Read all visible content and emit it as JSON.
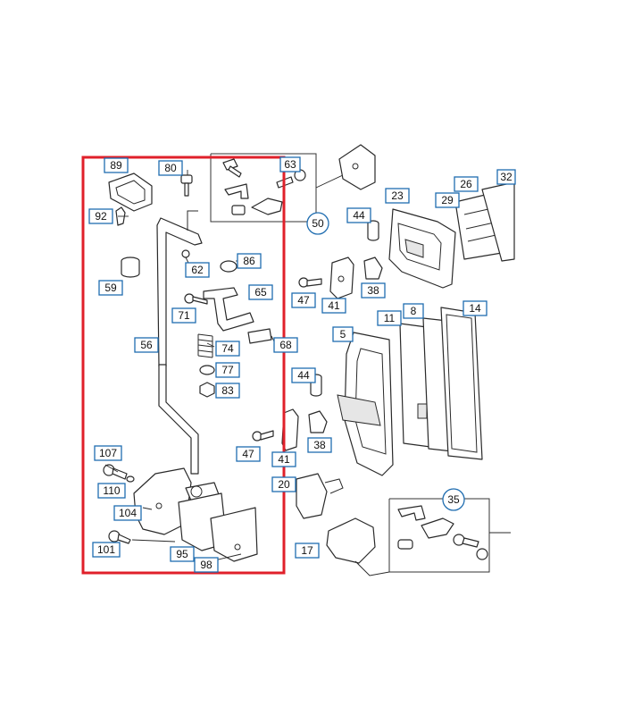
{
  "callouts": {
    "c89": "89",
    "c80": "80",
    "c92": "92",
    "c62": "62",
    "c86": "86",
    "c59": "59",
    "c65": "65",
    "c71": "71",
    "c56": "56",
    "c74": "74",
    "c68": "68",
    "c77": "77",
    "c83": "83",
    "c107": "107",
    "c110": "110",
    "c104": "104",
    "c101": "101",
    "c95": "95",
    "c98": "98",
    "c47a": "47",
    "c63": "63",
    "c50": "50",
    "c44a": "44",
    "c23": "23",
    "c26": "26",
    "c32": "32",
    "c29": "29",
    "c47b": "47",
    "c41a": "41",
    "c38a": "38",
    "c11": "11",
    "c8": "8",
    "c14": "14",
    "c5": "5",
    "c44b": "44",
    "c41b": "41",
    "c38b": "38",
    "c20": "20",
    "c35": "35",
    "c17": "17"
  },
  "colors": {
    "highlight_frame": "#e0202a",
    "callout_border": "#1f6db0",
    "line_art": "#2a2a2a"
  }
}
